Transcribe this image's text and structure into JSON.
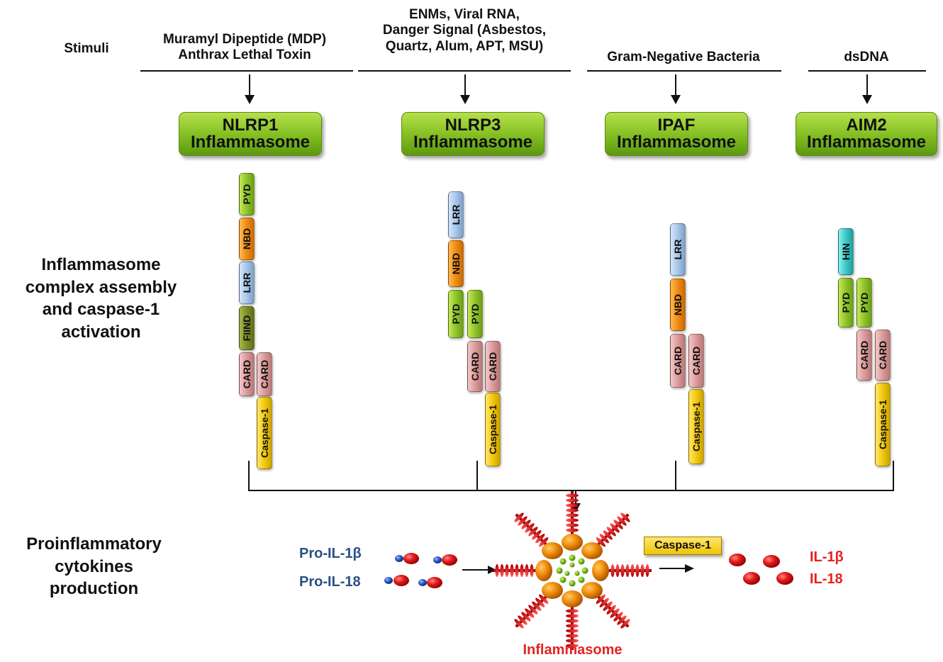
{
  "rows": {
    "stimuli": "Stimuli",
    "assembly": [
      "Inflammasome",
      "complex assembly",
      "and caspase-1",
      "activation"
    ],
    "production": [
      "Proinflammatory",
      "cytokines",
      "production"
    ]
  },
  "stimuli": [
    {
      "lines": [
        "Muramyl Dipeptide (MDP)",
        "Anthrax Lethal Toxin"
      ]
    },
    {
      "lines": [
        "ENMs, Viral RNA,",
        "Danger Signal  (Asbestos,",
        "Quartz, Alum, APT, MSU)"
      ]
    },
    {
      "lines": [
        "Gram-Negative Bacteria"
      ]
    },
    {
      "lines": [
        "dsDNA"
      ]
    }
  ],
  "inflammasomes": [
    {
      "name": "NLRP1",
      "suffix": "Inflammasome"
    },
    {
      "name": "NLRP3",
      "suffix": "Inflammasome"
    },
    {
      "name": "IPAF",
      "suffix": "Inflammasome"
    },
    {
      "name": "AIM2",
      "suffix": "Inflammasome"
    }
  ],
  "domains": {
    "pyd": "PYD",
    "nbd": "NBD",
    "lrr": "LRR",
    "fiind": "FIIND",
    "card": "CARD",
    "caspase": "Caspase-1",
    "hin": "HIN"
  },
  "cytokines": {
    "pro_il1b": "Pro-IL-1β",
    "pro_il18": "Pro-IL-18",
    "caspase_label": "Caspase-1",
    "il1b": "IL-1β",
    "il18": "IL-18",
    "inflammasome_caption": "Inflammasome"
  },
  "colors": {
    "inflammasome_box": "#7cba1e",
    "pyd": "#8ec42a",
    "nbd": "#f08a10",
    "lrr": "#a8c6ea",
    "fiind": "#7d8e2a",
    "card": "#dc9a9a",
    "caspase": "#f2c80c",
    "hin": "#3cc8c8",
    "pro_label": "#2b4f86",
    "mature_label": "#e52222"
  }
}
